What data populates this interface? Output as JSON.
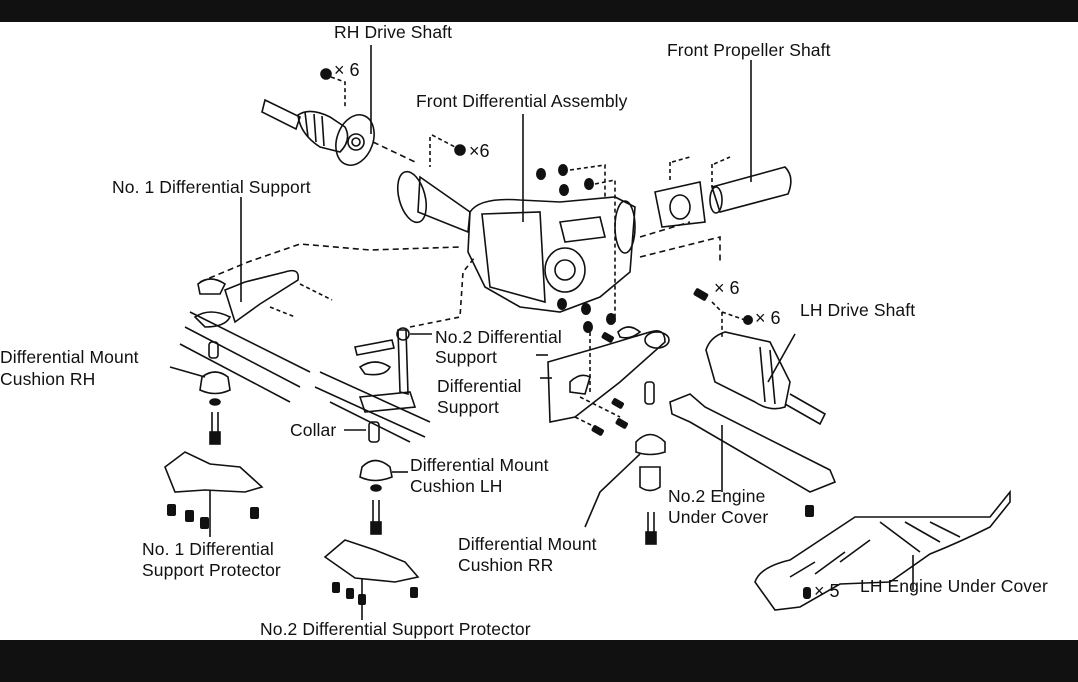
{
  "diagram": {
    "title": "Front Differential Exploded View",
    "background_color": "#ffffff",
    "frame_color": "#111111",
    "line_color": "#111111",
    "labels": {
      "rh_drive_shaft": "RH Drive Shaft",
      "front_propeller_shaft": "Front Propeller Shaft",
      "front_differential_assembly": "Front Differential Assembly",
      "no1_differential_support": "No. 1 Differential Support",
      "differential_mount_cushion_rh_line1": "Differential Mount",
      "differential_mount_cushion_rh_line2": "Cushion RH",
      "no2_differential_support_line1": "No.2 Differential",
      "no2_differential_support_line2": "Support",
      "differential_support_line1": "Differential",
      "differential_support_line2": "Support",
      "lh_drive_shaft": "LH Drive Shaft",
      "collar": "Collar",
      "differential_mount_cushion_lh_line1": "Differential Mount",
      "differential_mount_cushion_lh_line2": "Cushion LH",
      "no2_engine_under_cover_line1": "No.2 Engine",
      "no2_engine_under_cover_line2": "Under Cover",
      "no1_differential_support_protector_line1": "No. 1 Differential",
      "no1_differential_support_protector_line2": "Support Protector",
      "differential_mount_cushion_rr_line1": "Differential Mount",
      "differential_mount_cushion_rr_line2": "Cushion RR",
      "no2_differential_support_protector": "No.2 Differential Support Protector",
      "lh_engine_under_cover": "LH Engine Under Cover"
    },
    "quantities": {
      "rh_drive_shaft_nuts": "× 6",
      "diff_flange_bolts": "×6",
      "lh_drive_shaft_bolts": "× 6",
      "lh_drive_shaft_nuts": "× 6",
      "lh_under_cover_bolts": "× 5"
    }
  }
}
